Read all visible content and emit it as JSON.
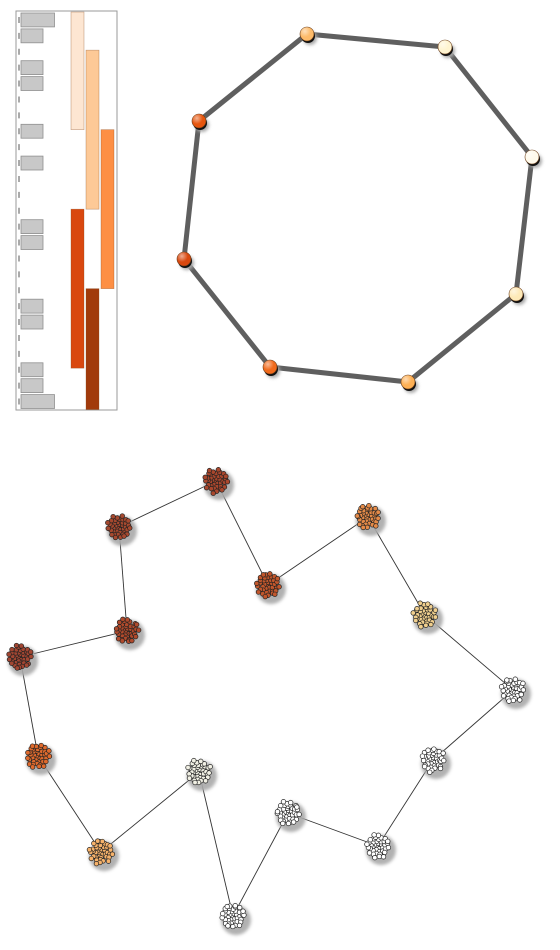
{
  "figure": {
    "panels": [
      {
        "id": "interval-panel",
        "kind": "interval-bar-summary"
      },
      {
        "id": "ring-graph",
        "kind": "cycle-graph"
      },
      {
        "id": "cluster-graph",
        "kind": "clustered-path-graph"
      }
    ]
  },
  "palette": {
    "frame": "#9a9a9a",
    "grey_bar": "#c8c8c8",
    "grey_bar_edge": "#8f8f8f",
    "edge_thick": "#5f5f5f",
    "edge_thin": "#333333",
    "shadow": "#a9a9a9",
    "dot_outline": "#222222",
    "heat": [
      "#fff3d6",
      "#fde0b5",
      "#fdbe85",
      "#fd8d3c",
      "#e6550d",
      "#d94701",
      "#a63603",
      "#7f3a2a"
    ]
  },
  "interval_panel": {
    "ruler_rows": 25,
    "grey_bars": [
      {
        "row": 0,
        "length": 3
      },
      {
        "row": 1,
        "length": 2
      },
      {
        "row": 3,
        "length": 2
      },
      {
        "row": 4,
        "length": 2
      },
      {
        "row": 7,
        "length": 2
      },
      {
        "row": 9,
        "length": 2
      },
      {
        "row": 13,
        "length": 2
      },
      {
        "row": 14,
        "length": 2
      },
      {
        "row": 18,
        "length": 2
      },
      {
        "row": 19,
        "length": 2
      },
      {
        "row": 22,
        "length": 2
      },
      {
        "row": 23,
        "length": 2
      },
      {
        "row": 24,
        "length": 3
      }
    ],
    "colored_bars": [
      {
        "track": 0,
        "start": 0,
        "end": 7.4,
        "color": "#fde6d2"
      },
      {
        "track": 1,
        "start": 2.4,
        "end": 12.4,
        "color": "#fdc997"
      },
      {
        "track": 2,
        "start": 7.4,
        "end": 17.4,
        "color": "#fd8f44"
      },
      {
        "track": 0,
        "start": 12.4,
        "end": 22.4,
        "color": "#d9480f"
      },
      {
        "track": 1,
        "start": 17.4,
        "end": 25,
        "color": "#a13a0b"
      }
    ]
  },
  "ring_graph": {
    "nodes": [
      {
        "id": 1,
        "color": "#fdbb6a"
      },
      {
        "id": 2,
        "color": "#fff4d0"
      },
      {
        "id": 3,
        "color": "#fffaeb"
      },
      {
        "id": 4,
        "color": "#fde9b8"
      },
      {
        "id": 5,
        "color": "#fdb055"
      },
      {
        "id": 6,
        "color": "#f06a1c"
      },
      {
        "id": 7,
        "color": "#d9480f"
      },
      {
        "id": 8,
        "color": "#e6550d"
      }
    ],
    "edges": [
      [
        1,
        2
      ],
      [
        2,
        3
      ],
      [
        3,
        4
      ],
      [
        4,
        5
      ],
      [
        5,
        6
      ],
      [
        6,
        7
      ],
      [
        7,
        8
      ],
      [
        8,
        1
      ]
    ]
  },
  "cluster_graph": {
    "nodes": [
      {
        "id": "c1",
        "color": "#a9472d"
      },
      {
        "id": "c2",
        "color": "#a6492f"
      },
      {
        "id": "c3",
        "color": "#e48a48"
      },
      {
        "id": "c4",
        "color": "#c2572c"
      },
      {
        "id": "c5",
        "color": "#f0cf8e"
      },
      {
        "id": "c6",
        "color": "#b04a2c"
      },
      {
        "id": "c7",
        "color": "#a24632"
      },
      {
        "id": "c8",
        "color": "#ffffff"
      },
      {
        "id": "c9",
        "color": "#df6a2d"
      },
      {
        "id": "c10",
        "color": "#ffffff"
      },
      {
        "id": "c11",
        "color": "#f1f0e4"
      },
      {
        "id": "c12",
        "color": "#ffffff"
      },
      {
        "id": "c13",
        "color": "#ffffff"
      },
      {
        "id": "c14",
        "color": "#f6b26b"
      },
      {
        "id": "c15",
        "color": "#ffffff"
      }
    ],
    "edges": [
      [
        "c1",
        "c2"
      ],
      [
        "c2",
        "c6"
      ],
      [
        "c6",
        "c7"
      ],
      [
        "c7",
        "c9"
      ],
      [
        "c9",
        "c14"
      ],
      [
        "c14",
        "c11"
      ],
      [
        "c11",
        "c15"
      ],
      [
        "c15",
        "c12"
      ],
      [
        "c12",
        "c13"
      ],
      [
        "c13",
        "c10"
      ],
      [
        "c10",
        "c8"
      ],
      [
        "c8",
        "c5"
      ],
      [
        "c5",
        "c3"
      ],
      [
        "c3",
        "c4"
      ],
      [
        "c4",
        "c1"
      ]
    ]
  }
}
